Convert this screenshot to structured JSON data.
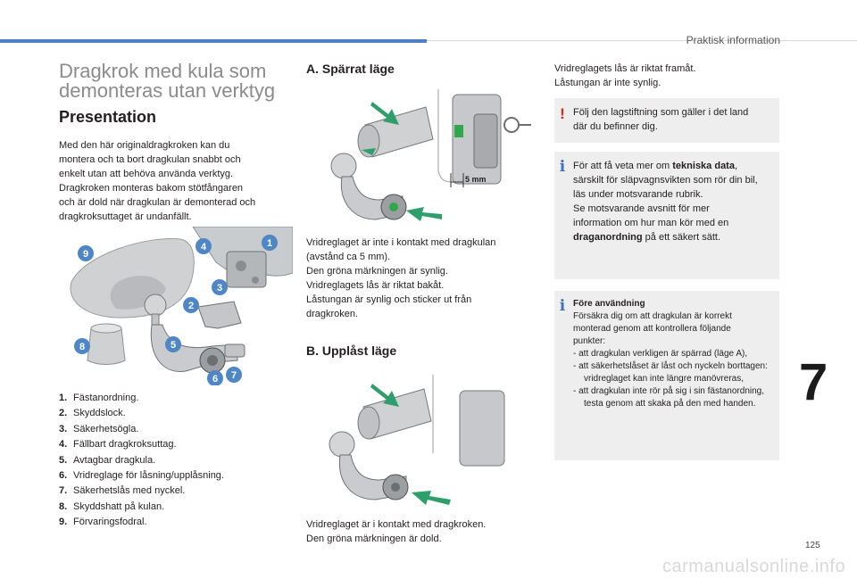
{
  "header": {
    "section": "Praktisk information",
    "chapter": "7",
    "page_number": "125"
  },
  "watermark": "carmanualsonline.info",
  "left": {
    "title_line1": "Dragkrok med kula som",
    "title_line2": "demonteras utan verktyg",
    "subtitle": "Presentation",
    "paragraph": "Med den här originaldragkroken kan du\nmontera och ta bort dragkulan snabbt och\nenkelt utan att behöva använda verktyg.\nDragkroken monteras bakom stötfångaren\noch är dold när dragkulan är demonterad och\ndragkroksuttaget är undanfällt.",
    "callouts": [
      "9",
      "4",
      "1",
      "3",
      "2",
      "8",
      "5",
      "6",
      "7"
    ],
    "legend": [
      {
        "n": "1.",
        "text": "Fästanordning."
      },
      {
        "n": "2.",
        "text": "Skyddslock."
      },
      {
        "n": "3.",
        "text": "Säkerhetsögla."
      },
      {
        "n": "4.",
        "text": "Fällbart dragkroksuttag."
      },
      {
        "n": "5.",
        "text": "Avtagbar dragkula."
      },
      {
        "n": "6.",
        "text": "Vridreglage för låsning/upplåsning."
      },
      {
        "n": "7.",
        "text": "Säkerhetslås med nyckel."
      },
      {
        "n": "8.",
        "text": "Skyddshatt på kulan."
      },
      {
        "n": "9.",
        "text": "Förvaringsfodral."
      }
    ]
  },
  "middle": {
    "section_a_title": "A. Spärrat läge",
    "dimension_label": "5 mm",
    "section_a_text": "Vridreglaget är inte i kontakt med dragkulan\n(avstånd ca 5 mm).\nDen gröna märkningen är synlig.\nVridreglagets lås är riktat bakåt.\nLåstungan är synlig och sticker ut från\ndragkroken.",
    "section_b_title": "B. Upplåst läge",
    "section_b_text": "Vridreglaget är i kontakt med dragkroken.\nDen gröna märkningen är dold."
  },
  "right": {
    "intro": "Vridreglagets lås är riktat framåt.\nLåstungan är inte synlig.",
    "warning": "Följ den lagstiftning som gäller i det land\ndär du befinner dig.",
    "info_pre": "För att få veta mer om ",
    "info_bold1": "tekniska data",
    "info_mid": ",\nsärskilt för släpvagnsvikten som rör din bil,\nläs under motsvarande rubrik.\nSe motsvarande avsnitt för mer\ninformation om hur man kör med en\n",
    "info_bold2": "draganordning",
    "info_post": " på ett säkert sätt.",
    "before_use_title": "Före användning",
    "before_use_intro": "Försäkra dig om att dragkulan är korrekt\nmonterad genom att kontrollera följande\npunkter:",
    "before_use_items": [
      "-   att dragkulan verkligen är spärrad (läge A),",
      "-   att säkerhetslåset är låst och nyckeln borttagen: vridreglaget kan inte längre manövreras,",
      "-   att dragkulan inte rör på sig i sin fästanordning, testa genom att skaka på den med handen."
    ]
  },
  "colors": {
    "accent_blue": "#4f7fc0",
    "callout_blue": "#4f86c6",
    "warning_red": "#e2231a",
    "info_blue": "#3e73ba",
    "marking_green": "#2ea84a",
    "arrow_green": "#2e9e6b"
  }
}
